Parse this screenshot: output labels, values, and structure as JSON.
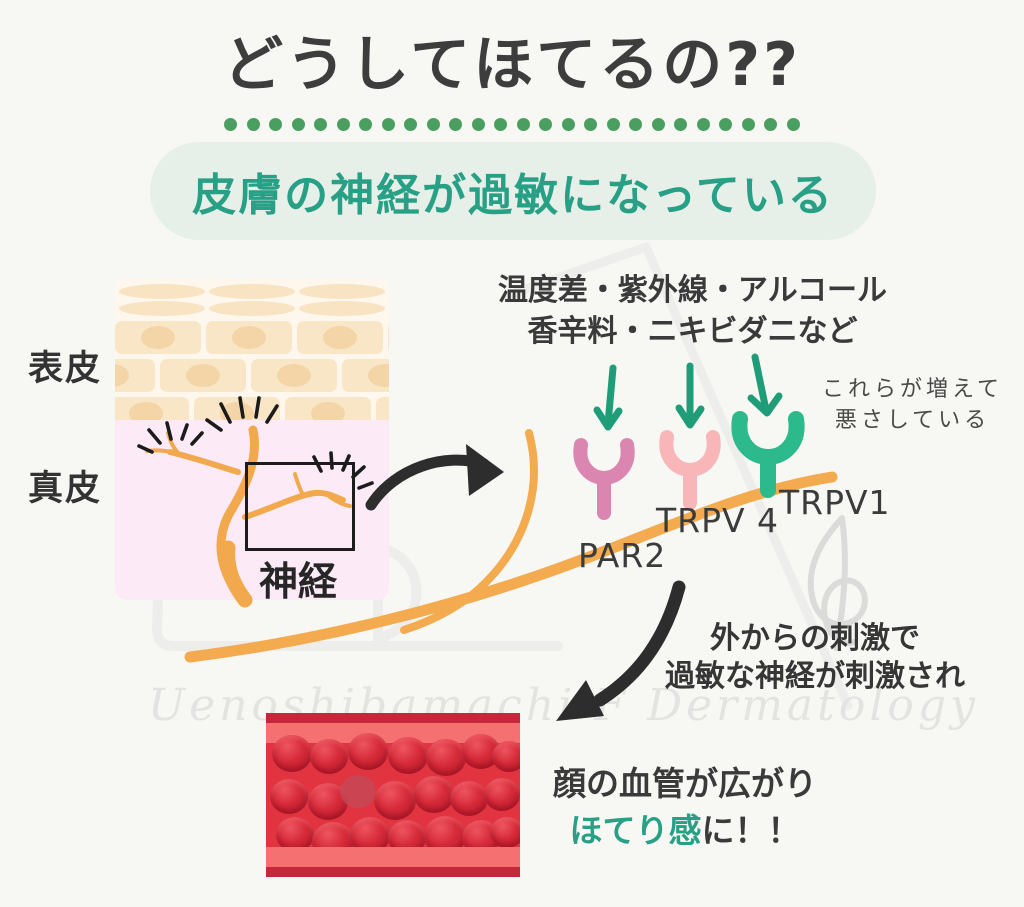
{
  "title": {
    "text": "どうしてほてるの??"
  },
  "headline": {
    "text": "皮膚の神経が過敏になっている"
  },
  "skin_diagram": {
    "epidermis_label": "表皮",
    "dermis_label": "真皮",
    "nerve_label": "神経"
  },
  "triggers": {
    "line1": "温度差・紫外線・アルコール",
    "line2": "香辛料・ニキビダニなど"
  },
  "side_note": {
    "line1": "これらが増えて",
    "line2": "悪さしている"
  },
  "receptors": [
    {
      "name": "PAR2",
      "color": "#db86b0"
    },
    {
      "name": "TRPV 4",
      "color": "#f8b6b9"
    },
    {
      "name": "TRPV1",
      "color": "#2cb98b"
    }
  ],
  "stimulus_note": {
    "line1": "外からの刺激で",
    "line2": "過敏な神経が刺激され"
  },
  "result": {
    "line1": "顔の血管が広がり",
    "highlight": "ほてり感",
    "suffix": "に！！"
  },
  "watermark": {
    "text": "Uenoshibamachi F Dermatology"
  },
  "colors": {
    "accent_green": "#27a086",
    "dot_green": "#4a9f60",
    "arrow_teal": "#1e9d78",
    "nerve_orange": "#f4ab4f",
    "text_dark": "#3b3b3b",
    "vessel_red": "#e23340",
    "cell_red": "#c72030"
  }
}
